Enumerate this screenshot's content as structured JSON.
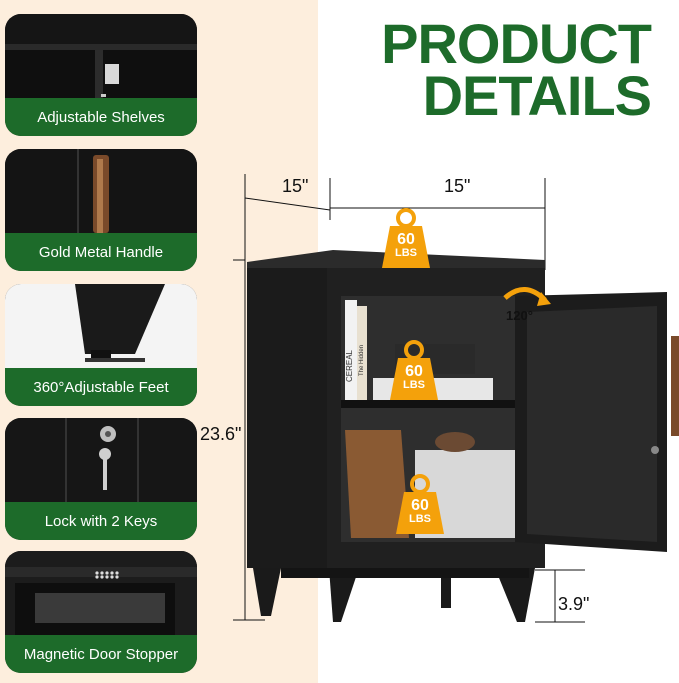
{
  "title": {
    "line1": "PRODUCT",
    "line2": "DETAILS"
  },
  "features": [
    {
      "label": "Adjustable Shelves",
      "icon": "shelf-bracket-icon"
    },
    {
      "label": "Gold Metal Handle",
      "icon": "handle-icon"
    },
    {
      "label": "360°Adjustable Feet",
      "icon": "foot-icon"
    },
    {
      "label": "Lock with 2 Keys",
      "icon": "lock-icon"
    },
    {
      "label": "Magnetic Door Stopper",
      "icon": "magnet-icon"
    }
  ],
  "dimensions": {
    "depth": "15\"",
    "width": "15\"",
    "height": "23.6\"",
    "leg_height": "3.9\""
  },
  "weights": [
    {
      "value": "60",
      "unit": "LBS"
    },
    {
      "value": "60",
      "unit": "LBS"
    },
    {
      "value": "60",
      "unit": "LBS"
    }
  ],
  "door_angle": "120°",
  "books": {
    "book1": "CEREAL",
    "book2": "The Hidden"
  },
  "colors": {
    "accent_green": "#1d6b2a",
    "weight_orange": "#f4a10b",
    "cabinet": "#1b1b1b",
    "panel_bg": "#fdeedd"
  }
}
